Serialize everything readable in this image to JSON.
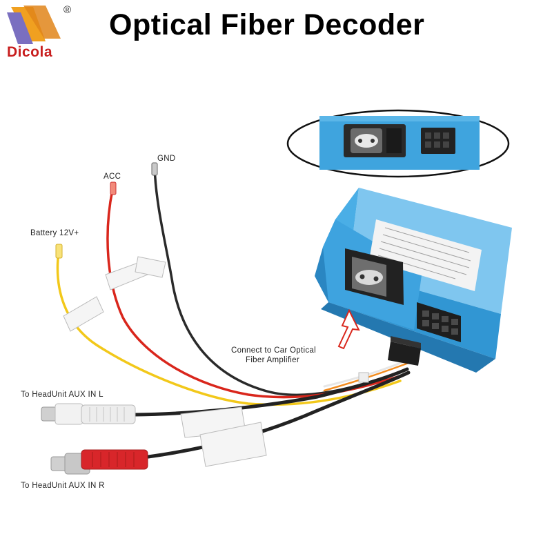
{
  "logo": {
    "text": "Dicola",
    "registered": "®"
  },
  "title": "Optical Fiber Decoder",
  "labels": {
    "gnd": "GND",
    "acc": "ACC",
    "battery": "Battery 12V+",
    "connect_line1": "Connect to Car Optical",
    "connect_line2": "Fiber Amplifier",
    "aux_l": "To HeadUnit AUX IN L",
    "aux_r": "To HeadUnit AUX IN R"
  },
  "colors": {
    "device_blue": "#3fa4de",
    "wire_red": "#d9261c",
    "wire_yellow": "#f2c81a",
    "wire_black": "#2a2a2a",
    "rca_red": "#d8262a"
  }
}
